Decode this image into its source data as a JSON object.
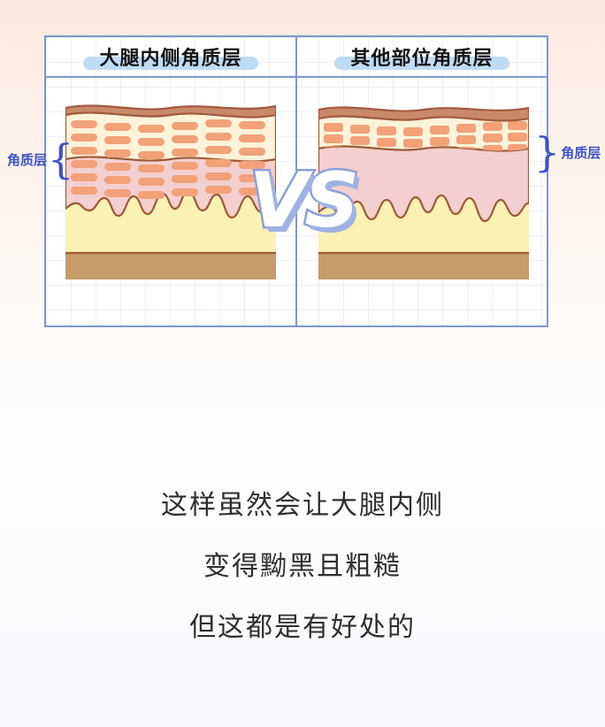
{
  "background": {
    "top_color": "#fce9dd",
    "bottom_color": "#f6f8fe"
  },
  "panel": {
    "border_color": "#7f95d4",
    "grid_color": "#96aadc",
    "columns": [
      {
        "title": "大腿内侧角质层",
        "highlight_color": "#bfdcf5",
        "diagram": {
          "name": "thick-stratum-corneum",
          "cell_rows": 6,
          "cell_shape": "flattened-oval",
          "corneum_thickness": "thick"
        }
      },
      {
        "title": "其他部位角质层",
        "highlight_color": "#bfdcf5",
        "diagram": {
          "name": "thin-stratum-corneum",
          "cell_rows": 3,
          "cell_shape": "plump-square",
          "corneum_thickness": "thin"
        }
      }
    ],
    "vs_label": "VS",
    "vs_color": "#ffffff",
    "vs_outline_color": "#8aa0dc"
  },
  "labels": {
    "left_layer": "角质层",
    "right_layer": "角质层",
    "left_brace": "{",
    "right_brace": "}",
    "color": "#3b52c9"
  },
  "skin_colors": {
    "top_line": "#a35a3f",
    "surface_band": "#c98a6a",
    "corneum_fill": "#fdf3d8",
    "cell_fill": "#f2a179",
    "pink_layer": "#f3cfcf",
    "dermis_fill": "#fbf1b4",
    "dermis_outline": "#9c5a34",
    "subcutaneous": "#c79c6b"
  },
  "caption": {
    "lines": [
      "这样虽然会让大腿内侧",
      "变得黝黑且粗糙",
      "但这都是有好处的"
    ],
    "color": "#2e2e2e"
  }
}
